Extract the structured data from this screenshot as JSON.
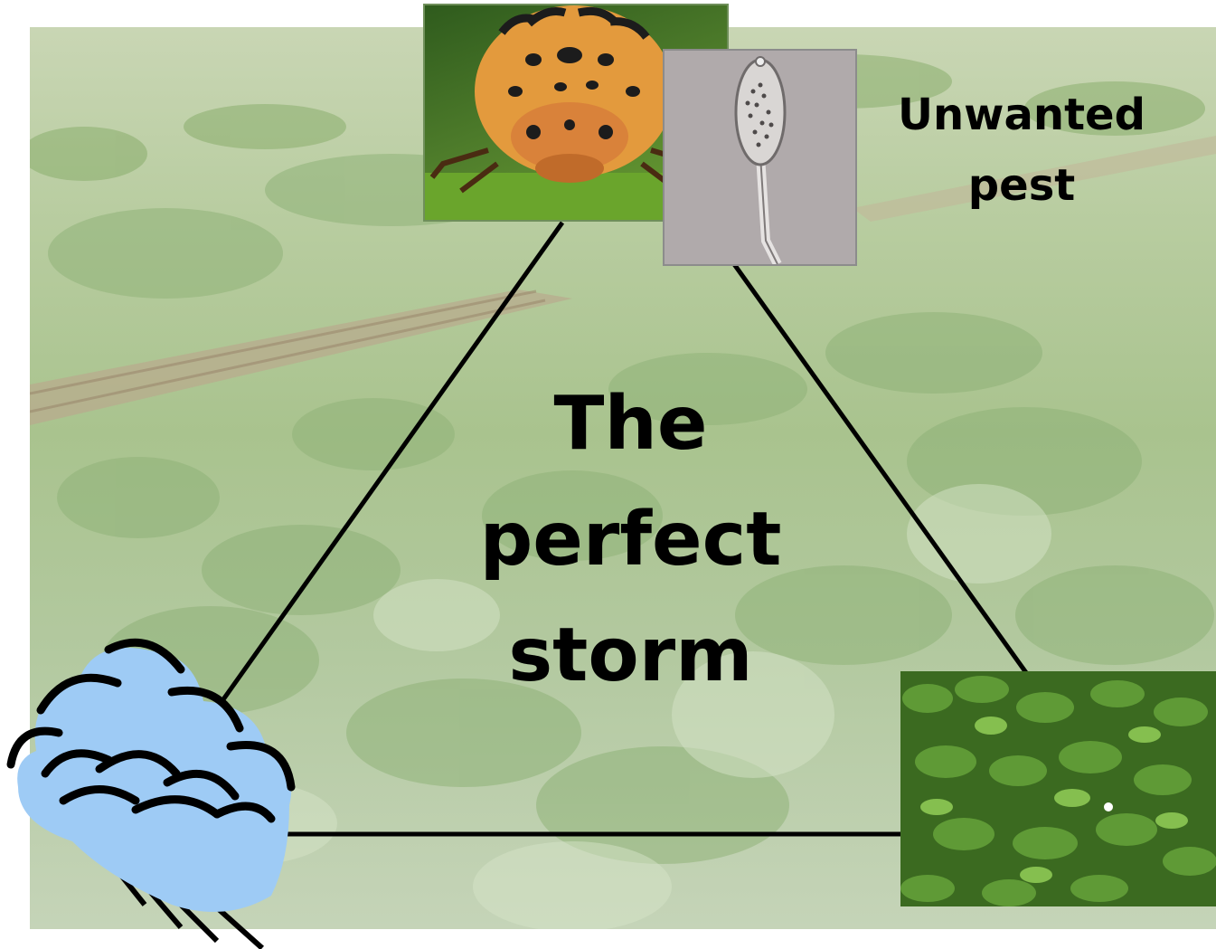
{
  "labels": {
    "pest": "Unwanted pest",
    "center_lines": [
      "The",
      "perfect",
      "storm"
    ]
  },
  "images": {
    "background": "vegetable-field-photo",
    "pest_beetle": "colorado-potato-beetle-photo",
    "pest_spore": "pathogen-sporangium-micrograph",
    "host": "potato-plants-photo",
    "weather": "rain-cloud-clipart"
  },
  "colors": {
    "line": "#000000",
    "cloud": "#9ecbf5",
    "text": "#000000"
  }
}
